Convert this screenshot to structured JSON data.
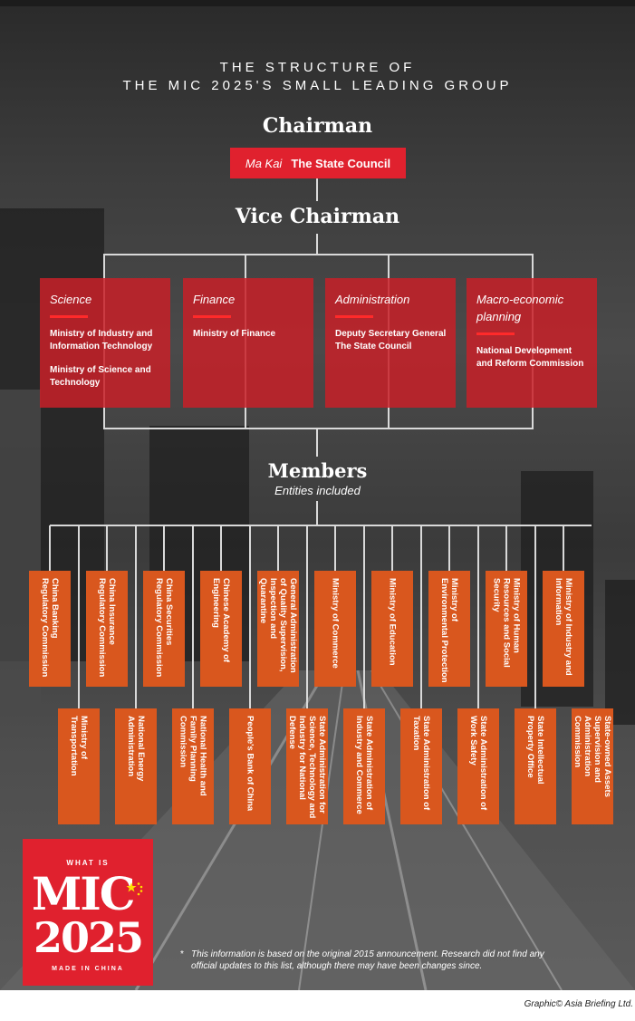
{
  "title": {
    "line1": "THE STRUCTURE OF",
    "line2": "THE MIC 2025'S SMALL LEADING GROUP"
  },
  "chairman": {
    "heading": "Chairman",
    "name": "Ma Kai",
    "org": "The State Council"
  },
  "vice_chairman": {
    "heading": "Vice Chairman",
    "groups": [
      {
        "area": "Science",
        "entities": [
          "Ministry of Industry and Information Technology",
          "Ministry of Science and Technology"
        ]
      },
      {
        "area": "Finance",
        "entities": [
          "Ministry of Finance"
        ]
      },
      {
        "area": "Administration",
        "entities": [
          "Deputy Secretary General The State Council"
        ]
      },
      {
        "area": "Macro-economic planning",
        "entities": [
          "National Development and Reform Commission"
        ]
      }
    ]
  },
  "members": {
    "heading": "Members",
    "subheading": "Entities included",
    "top_row": [
      "China Banking Regulatory Commission",
      "China Insurance Regulatory Commission",
      "China Securities Regulatory Commission",
      "Chinese Academy of Engineering",
      "General Administration of Quality Supervision, Inspection and Quarantine",
      "Ministry of Commerce",
      "Ministry of Education",
      "Ministry of Environmental Protection",
      "Ministry of Human Resources and Social Security",
      "Ministry of Industry and Information"
    ],
    "bottom_row": [
      "Ministry of Transportation",
      "National Energy Administration",
      "National Health and Family Planning Commission",
      "People's Bank of China",
      "State Administration for Science, Technology and Industry for National Defense",
      "State Administration of Industry and Commerce",
      "State Administration of Taxation",
      "State Administration of Work Safety",
      "State Intellectual Property Office",
      "State-owned Assets Supervision and Administration Commission"
    ]
  },
  "logo": {
    "top": "WHAT IS",
    "mic": "MIC",
    "year": "2025",
    "bottom": "MADE IN CHINA"
  },
  "footnote": {
    "asterisk": "*",
    "text": "This information is based on the original 2015 announcement. Research did not find any official updates to this list, although there may have been changes since."
  },
  "credit": "Graphic© Asia Briefing Ltd.",
  "colors": {
    "chair_red": "#e0212e",
    "vice_red": "#c82028",
    "member_orange": "#d9571e",
    "background": "#3d3d3d"
  }
}
